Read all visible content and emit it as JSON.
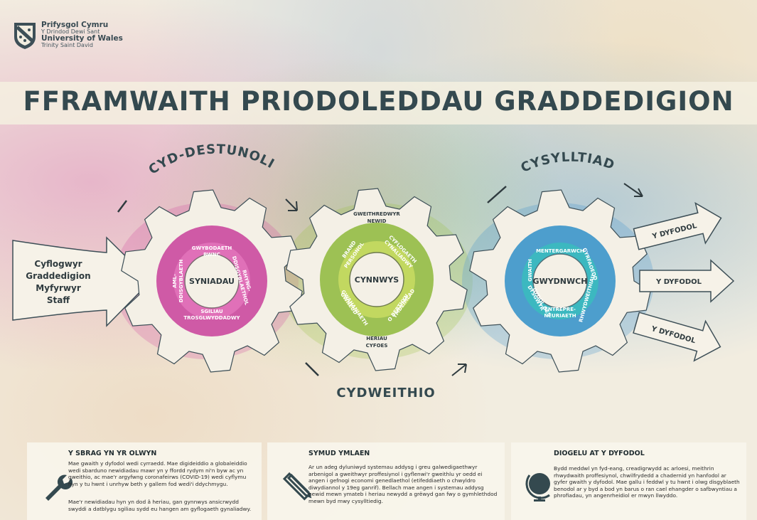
{
  "logo": {
    "line1": "Prifysgol Cymru",
    "line2": "Y Drindod Dewi Sant",
    "line3": "University of Wales",
    "line4": "Trinity Saint David"
  },
  "title": "FFRAMWAITH PRIODOLEDDAU GRADDEDIGION",
  "arc_labels": {
    "top_left": "CYD-DESTUNOLI",
    "top_right": "CYSYLLTIAD",
    "bottom": "CYDWEITHIO"
  },
  "input_arrow": [
    "Cyflogwyr",
    "Graddedigion",
    "Myfyrwyr",
    "Staff"
  ],
  "output_arrows": [
    "Y DYFODOL",
    "Y DYFODOL",
    "Y DYFODOL"
  ],
  "gears": [
    {
      "center": "SYNIADAU",
      "labels": [
        "GWYBODAETH",
        "BWNC",
        "RHYNG-",
        "DDISGYBLAETHOL",
        "SGILIAU",
        "TROSGLWYDDADWY",
        "AML-",
        "DDISGYBLAETH"
      ],
      "colors": {
        "outer": "#c8409a",
        "inner": "#e070b8"
      }
    },
    {
      "center": "CYNNWYS",
      "labels": [
        "GWEITHREDWYR",
        "NEWID",
        "CYFLOGAETH",
        "CYNALIADWY",
        "YMDEIMLAD",
        "O BERTHYN",
        "HERIAU",
        "CYFOES",
        "GWNEUD",
        "GWAHANIAETH",
        "BRAND",
        "PERSONOL"
      ],
      "colors": {
        "outer": "#8db83a",
        "inner": "#c2d860"
      }
    },
    {
      "center": "GWYDNWCH",
      "labels": [
        "MENTERGARWCH",
        "GYRFAOEDD",
        "RHWYDWEITHIAU",
        "ENTREPRE-",
        "NEURIAETH",
        "DYSGWYR",
        "GYDOL OES",
        "GWAITH"
      ],
      "colors": {
        "outer": "#2f8fc8",
        "inner": "#3cb8c0"
      }
    }
  ],
  "panels": [
    {
      "heading": "Y SBRAG YN YR OLWYN",
      "icon": "wrench-icon",
      "para1": "Mae gwaith y dyfodol wedi cyrraedd.  Mae digideiddio a globaleiddio wedi sbarduno newidiadau mawr yn y ffordd rydym ni'n byw ac yn gweithio, ac mae'r argyfwng coronafeirws (COVID-19) wedi cyflymu hyn y tu hwnt i unrhyw beth y gallem fod wedi'i ddychmygu.",
      "para2": "Mae'r newidiadau hyn yn dod â heriau, gan gynnwys ansicrwydd swyddi a datblygu sgiliau sydd eu hangen am gyflogaeth gynaliadwy."
    },
    {
      "heading": "SYMUD YMLAEN",
      "icon": "pencil-ruler-icon",
      "para1": "Ar un adeg dyluniwyd systemau addysg i greu galwedigaethwyr arbenigol a gweithwyr proffesiynol i gyflenwi'r gweithlu yr oedd ei angen i gefnogi economi genedlaethol (etifeddiaeth o chwyldro diwydiannol y 19eg ganrif). Bellach mae angen i systemau addysg newid mewn ymateb i heriau newydd a grëwyd gan fwy o gymhlethdod mewn byd mwy cysylltiedig."
    },
    {
      "heading": "DIOGELU AT Y DYFODOL",
      "icon": "globe-icon",
      "para1": "Bydd meddwl yn fyd-eang, creadigrwydd ac arloesi, meithrin rhwydwaith proffesiynol, chwilfrydedd a chadernid yn hanfodol ar gyfer gwaith y dyfodol.  Mae gallu i feddwl y tu hwnt i olwg disgyblaeth benodol ar y byd a bod yn barus o ran cael ehangder o safbwyntiau a phrofiadau, yn angenrheidiol er mwyn llwyddo."
    }
  ]
}
